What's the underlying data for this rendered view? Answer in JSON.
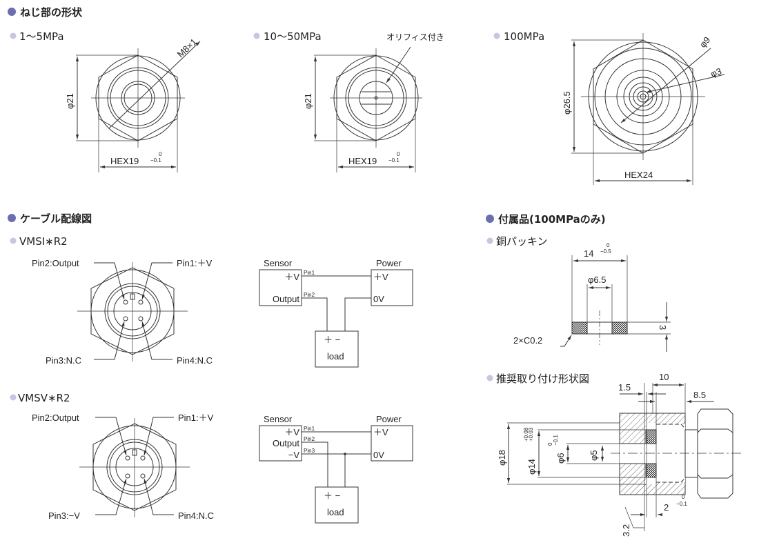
{
  "colors": {
    "section_bullet": "#6b6fb0",
    "sub_bullet": "#c5c6e0",
    "line": "#333333"
  },
  "thread": {
    "title": "ねじ部の形状",
    "v1": {
      "label": "1～5MPa",
      "thread": "M8×1",
      "dia": "φ21",
      "hex": "HEX19",
      "tol_up": "0",
      "tol_low": "−0.1"
    },
    "v2": {
      "label": "10～50MPa",
      "note": "オリフィス付き",
      "dia": "φ21",
      "hex": "HEX19",
      "tol_up": "0",
      "tol_low": "−0.1"
    },
    "v3": {
      "label": "100MPa",
      "d1": "φ9",
      "d2": "φ3",
      "dia": "φ26.5",
      "hex": "HEX24"
    }
  },
  "wiring": {
    "title": "ケーブル配線図",
    "a": {
      "model": "VMSI∗R2",
      "pin1": "Pin1:＋V",
      "pin2": "Pin2:Output",
      "pin3": "Pin3:N.C",
      "pin4": "Pin4:N.C",
      "sensor": "Sensor",
      "power": "Power",
      "s_pv": "＋V",
      "s_out": "Output",
      "p_pv": "＋V",
      "p_0v": "0V",
      "w1": "Pin1",
      "w2": "Pin2",
      "load_pm": "＋ −",
      "load": "load"
    },
    "b": {
      "model": "VMSV∗R2",
      "pin1": "Pin1:＋V",
      "pin2": "Pin2:Output",
      "pin3": "Pin3:−V",
      "pin4": "Pin4:N.C",
      "sensor": "Sensor",
      "power": "Power",
      "s_pv": "＋V",
      "s_out": "Output",
      "s_mv": "−V",
      "p_pv": "＋V",
      "p_0v": "0V",
      "w1": "Pin1",
      "w2": "Pin2",
      "w3": "Pin3",
      "load_pm": "＋ −",
      "load": "load"
    }
  },
  "accessory": {
    "title": "付属品(100MPaのみ)",
    "packing": "銅パッキン",
    "w": "14",
    "w_up": "0",
    "w_low": "−0.5",
    "id": "φ6.5",
    "t": "3",
    "chamfer": "2×C0.2"
  },
  "mount": {
    "title": "推奨取り付け形状図",
    "d10": "10",
    "d15": "1.5",
    "d85": "8.5",
    "d18": "φ18",
    "d14": "φ14",
    "d14_up": "+0.08",
    "d14_low": "+0.03",
    "d6": "φ6",
    "d6_up": "0",
    "d6_low": "−0.1",
    "d5": "φ5",
    "d2": "2",
    "d2_up": "0",
    "d2_low": "−0.1",
    "rough": "3.2"
  }
}
